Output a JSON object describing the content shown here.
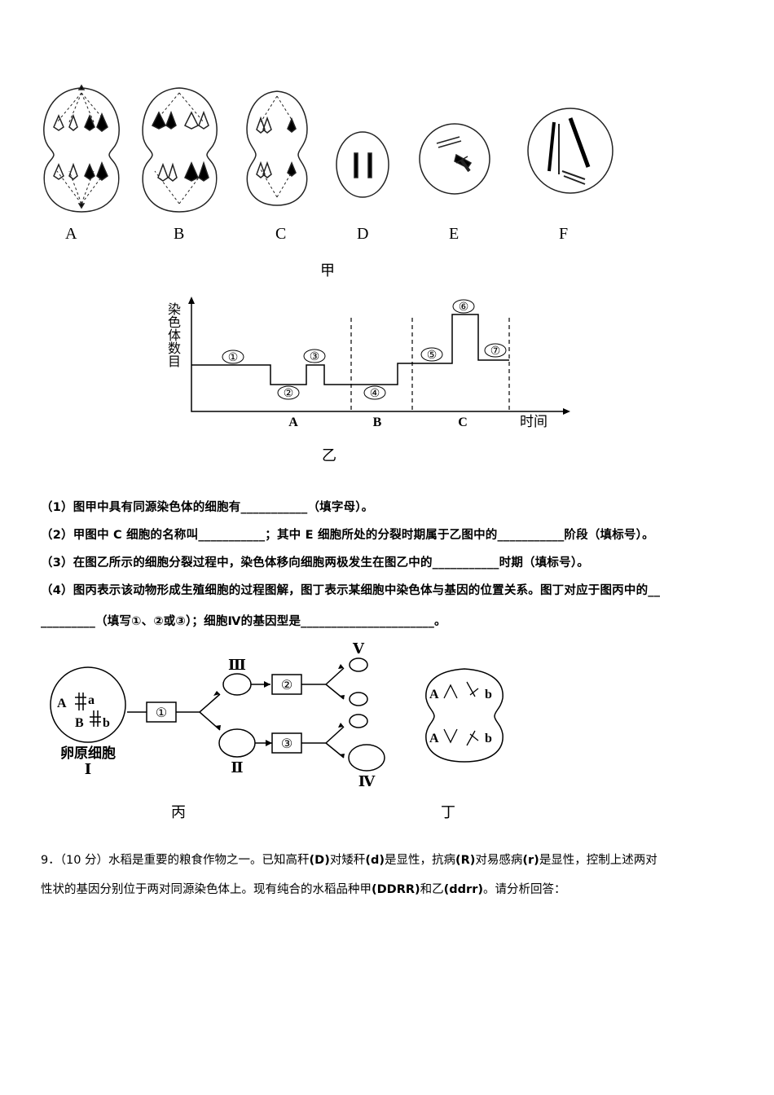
{
  "figure_jia": {
    "cell_labels": [
      "A",
      "B",
      "C",
      "D",
      "E",
      "F"
    ],
    "caption": "甲"
  },
  "figure_yi": {
    "y_axis_label": "染色体数目",
    "x_axis_label": "时间",
    "stage_labels": [
      "A",
      "B",
      "C"
    ],
    "period_markers": [
      "①",
      "②",
      "③",
      "④",
      "⑤",
      "⑥",
      "⑦"
    ],
    "caption": "乙"
  },
  "questions": {
    "q1": "（1）图甲中具有同源染色体的细胞有___________（填字母）。",
    "q2": "（2）甲图中 C 细胞的名称叫___________；其中 E 细胞所处的分裂时期属于乙图中的___________阶段（填标号）。",
    "q3": "（3）在图乙所示的细胞分裂过程中，染色体移向细胞两极发生在图乙中的___________时期（填标号）。",
    "q4_line1": "（4）图丙表示该动物形成生殖细胞的过程图解，图丁表示某细胞中染色体与基因的位置关系。图丁对应于图丙中的__",
    "q4_line2": "_________（填写①、②或③）；细胞Ⅳ的基因型是______________________。"
  },
  "figure_bing": {
    "oocyte_label": "卵原细胞",
    "oocyte_numeral": "Ⅰ",
    "genes": [
      "A",
      "a",
      "B",
      "b"
    ],
    "steps": [
      "①",
      "②",
      "③"
    ],
    "cell_numerals": [
      "Ⅱ",
      "Ⅲ",
      "Ⅳ",
      "Ⅴ"
    ],
    "caption": "丙"
  },
  "figure_ding": {
    "genes": [
      "A",
      "b",
      "A",
      "b"
    ],
    "caption": "丁"
  },
  "question9": {
    "line1_a": "9．（10 分）水稻是重要的粮食作物之一。已知高秆",
    "line1_b": "(D)",
    "line1_c": "对矮秆",
    "line1_d": "(d)",
    "line1_e": "是显性，抗病",
    "line1_f": "(R)",
    "line1_g": "对易感病",
    "line1_h": "(r)",
    "line1_i": "是显性，控制上述两对",
    "line2_a": "性状的基因分别位于两对同源染色体上。现有纯合的水稻品种甲",
    "line2_b": "(DDRR)",
    "line2_c": "和乙",
    "line2_d": "(ddrr)",
    "line2_e": "。请分析回答："
  }
}
